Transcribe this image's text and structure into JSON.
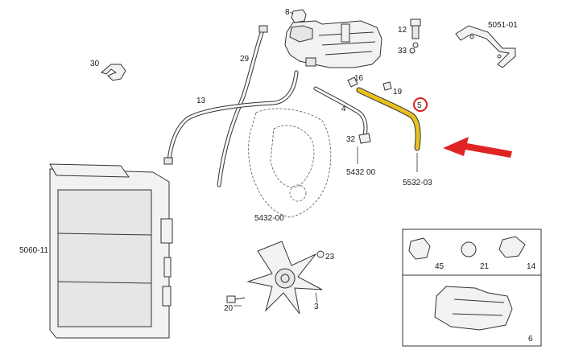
{
  "labels": {
    "p8": "8",
    "p12": "12",
    "p33": "33",
    "p5051": "5051-01",
    "p29": "29",
    "p30": "30",
    "p16": "16",
    "p19": "19",
    "p13": "13",
    "p4": "4",
    "p5": "5",
    "p32": "32",
    "p5432a": "5432 00",
    "p5532": "5532-03",
    "p5432b": "5432-00",
    "p5060": "5060-11",
    "p23": "23",
    "p20": "20",
    "p3": "3",
    "p45": "45",
    "p21": "21",
    "p14": "14",
    "p6": "6"
  },
  "colors": {
    "highlight_hose": "#e8c020",
    "marker_circle": "#d62020",
    "arrow": "#e02424",
    "line": "#333333"
  },
  "icons": {
    "callout": "circled-part-number",
    "pointer": "red-arrow-left"
  }
}
